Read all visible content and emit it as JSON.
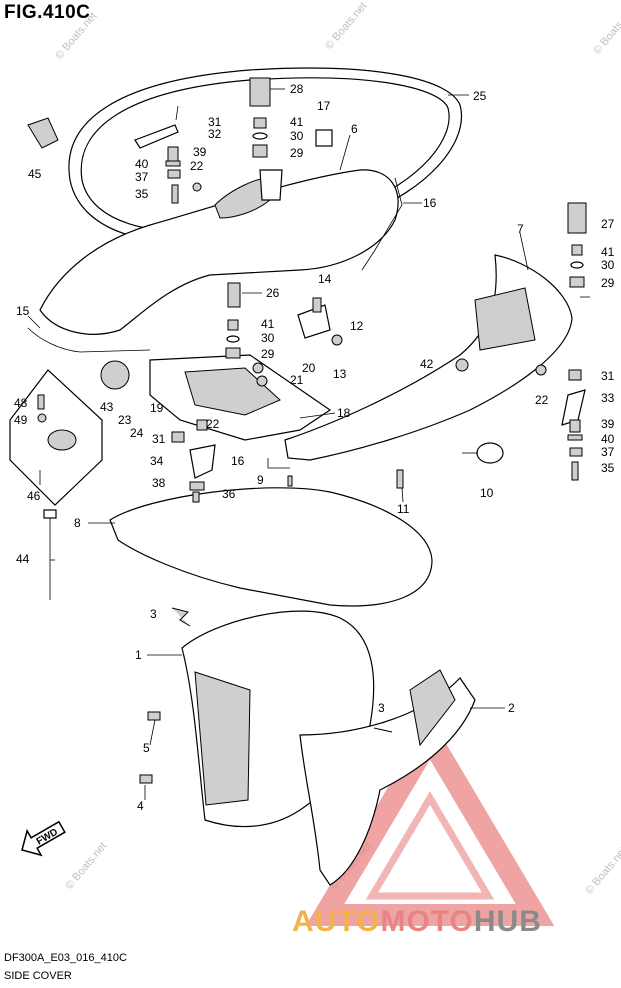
{
  "figure": {
    "title": "FIG.410C",
    "code": "DF300A_E03_016_410C",
    "name": "SIDE COVER"
  },
  "watermarks": [
    "© Boats.net",
    "© Boats.net",
    "© Boats.net",
    "© Boats.net",
    "© Boats.net",
    "© Boats.net",
    "© Boats.net"
  ],
  "brand": {
    "part1": "AUTO",
    "part2": "MOTO",
    "part3": "HUB",
    "colors": [
      "#f3b24a",
      "#e98484",
      "#8a8a8a"
    ]
  },
  "fwd_label": "FWD",
  "callouts": [
    "1",
    "2",
    "3",
    "3",
    "4",
    "5",
    "6",
    "7",
    "8",
    "9",
    "10",
    "11",
    "12",
    "13",
    "14",
    "15",
    "16",
    "16",
    "17",
    "18",
    "19",
    "20",
    "21",
    "22",
    "22",
    "22",
    "23",
    "24",
    "25",
    "26",
    "27",
    "28",
    "29",
    "29",
    "29",
    "30",
    "30",
    "30",
    "31",
    "31",
    "31",
    "32",
    "33",
    "34",
    "35",
    "35",
    "36",
    "37",
    "37",
    "38",
    "39",
    "39",
    "40",
    "40",
    "41",
    "41",
    "41",
    "42",
    "43",
    "44",
    "45",
    "46",
    "48",
    "49"
  ]
}
